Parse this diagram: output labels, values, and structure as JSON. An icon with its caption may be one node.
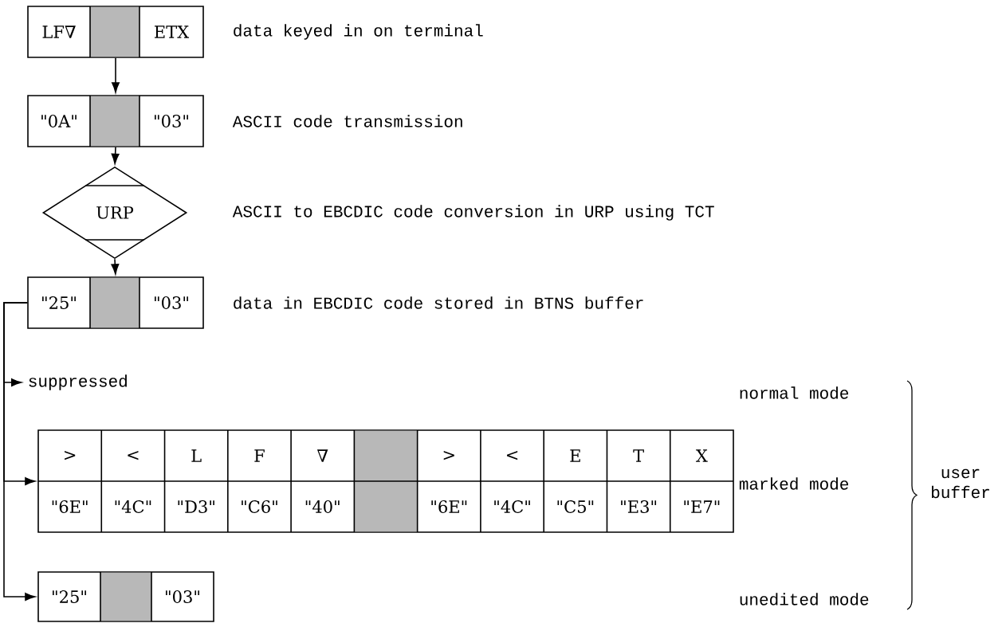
{
  "diagram": {
    "nodes": [
      {
        "text": [
          "LF∇",
          "ETX"
        ],
        "beside": [
          "data keyed in on terminal"
        ]
      },
      {
        "text": [
          "\"0A\"",
          "\"03\""
        ],
        "beside": [
          "ASCII code transmission"
        ]
      },
      {
        "text": [
          "URP"
        ],
        "beside": [
          "ASCII to EBCDIC code conversion in URP using TCT"
        ]
      },
      {
        "text": [
          "\"25\"",
          "\"03\""
        ],
        "beside": [
          "data in EBCDIC code stored in BTNS buffer"
        ]
      },
      {
        "text": [
          "suppressed"
        ]
      },
      {
        "text": [
          ">",
          "<",
          "L",
          "F",
          "∇",
          ">",
          "<",
          "E",
          "T",
          "X",
          "\"6E\"",
          "\"4C\"",
          "\"D3\"",
          "\"C6\"",
          "\"40\"",
          "\"6E\"",
          "\"4C\"",
          "\"C5\"",
          "\"E3\"",
          "\"E7\""
        ]
      },
      {
        "text": [
          "\"25\"",
          "\"03\""
        ]
      }
    ],
    "edges": [
      {
        "from": 0,
        "to": 1,
        "arrow": "to"
      },
      {
        "from": 1,
        "to": 2,
        "arrow": "to"
      },
      {
        "from": 2,
        "to": 3,
        "arrow": "to"
      },
      {
        "from": 3,
        "to": 4,
        "arrow": "to"
      },
      {
        "from": 3,
        "to": 5,
        "arrow": "to"
      },
      {
        "from": 3,
        "to": 6,
        "arrow": "to"
      }
    ],
    "labels": [
      "normal mode",
      "marked mode",
      "user buffer",
      "unedited mode"
    ]
  }
}
